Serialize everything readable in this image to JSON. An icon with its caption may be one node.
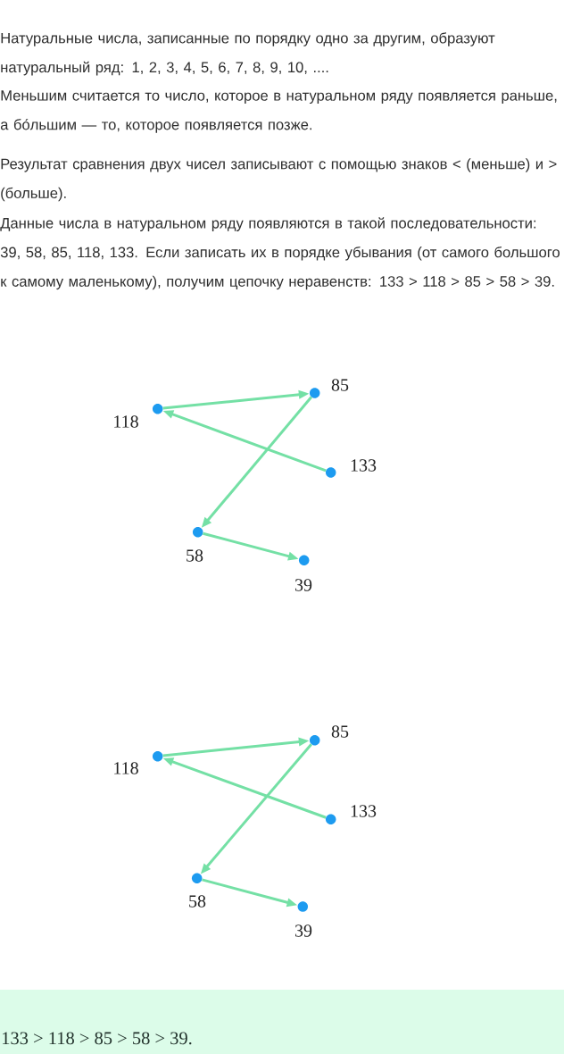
{
  "diagram": {
    "nodes": [
      {
        "text": [],
        "shape": "circle",
        "beside": [
          "85"
        ]
      },
      {
        "text": [],
        "shape": "circle",
        "beside": [
          "118"
        ]
      },
      {
        "text": [],
        "shape": "circle",
        "beside": [
          "133"
        ]
      },
      {
        "text": [],
        "shape": "circle",
        "beside": [
          "58"
        ]
      },
      {
        "text": [],
        "shape": "circle",
        "beside": [
          "39"
        ]
      },
      {
        "text": [],
        "shape": "circle",
        "beside": [
          "85"
        ]
      },
      {
        "text": [],
        "shape": "circle",
        "beside": [
          "118"
        ]
      },
      {
        "text": [],
        "shape": "circle",
        "beside": [
          "133"
        ]
      },
      {
        "text": [],
        "shape": "circle",
        "beside": [
          "58"
        ]
      },
      {
        "text": [],
        "shape": "circle",
        "beside": [
          "39"
        ]
      },
      {
        "text": [
          "133 > 118 > 85 > 58 > 39."
        ]
      }
    ],
    "edges": [
      {
        "from": 2,
        "to": 1,
        "arrow": "to"
      },
      {
        "from": 1,
        "to": 0,
        "arrow": "to"
      },
      {
        "from": 0,
        "to": 3,
        "arrow": "to"
      },
      {
        "from": 3,
        "to": 4,
        "arrow": "to"
      },
      {
        "from": 7,
        "to": 6,
        "arrow": "to"
      },
      {
        "from": 6,
        "to": 5,
        "arrow": "to"
      },
      {
        "from": 5,
        "to": 8,
        "arrow": "to"
      },
      {
        "from": 8,
        "to": 9,
        "arrow": "to"
      }
    ],
    "labels": [
      "Натуральные числа, записанные по порядку одно за другим, образуют натуральный ряд: 1, 2, 3, 4, 5, 6, 7, 8, 9, 10, ....",
      "Меньшим считается то число, которое в натуральном ряду появляется раньше, а бо́льшим — то, которое появляется позже.",
      "Результат сравнения двух чисел записывают с помощью знаков < (меньше) и > (больше).",
      "Данные числа в натуральном ряду появляются в такой последовательности: 39, 58, 85, 118, 133. Если записать их в порядке убывания (от самого большого к самому маленькому), получим цепочку неравенств: 133 > 118 > 85 > 58 > 39."
    ]
  }
}
